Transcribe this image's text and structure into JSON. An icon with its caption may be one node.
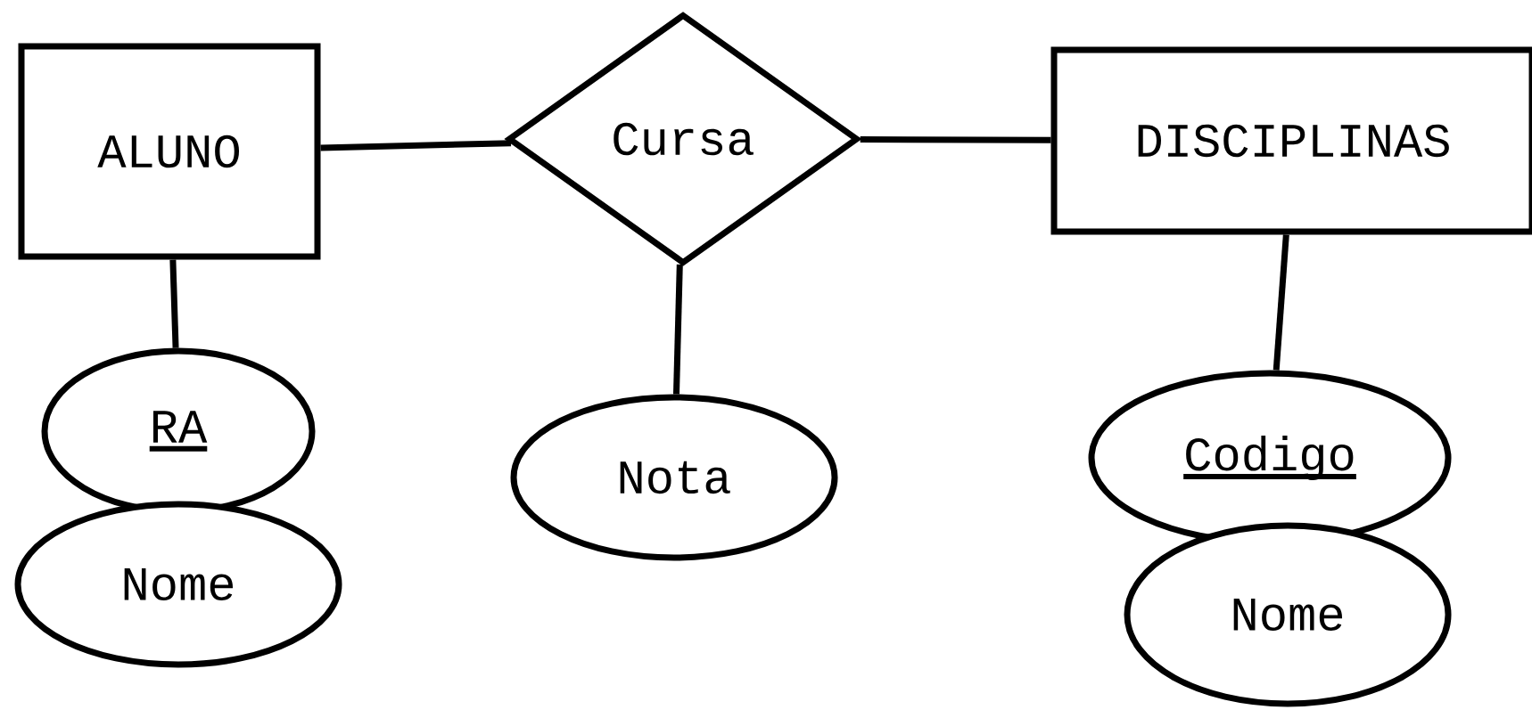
{
  "diagram": {
    "nodes": [
      {
        "text": [
          "ALUNO"
        ]
      },
      {
        "text": [
          "Cursa"
        ]
      },
      {
        "text": [
          "DISCIPLINAS"
        ]
      },
      {
        "text": [
          "RA"
        ]
      },
      {
        "text": [
          "Nome"
        ]
      },
      {
        "text": [
          "Nota"
        ]
      },
      {
        "text": [
          "Codigo"
        ]
      },
      {
        "text": [
          "Nome"
        ]
      }
    ],
    "edges": [
      {
        "from": 0,
        "to": 1,
        "arrow": "none"
      },
      {
        "from": 1,
        "to": 2,
        "arrow": "none"
      },
      {
        "from": 0,
        "to": 3,
        "arrow": "none"
      },
      {
        "from": 1,
        "to": 5,
        "arrow": "none"
      },
      {
        "from": 2,
        "to": 6,
        "arrow": "none"
      }
    ]
  }
}
